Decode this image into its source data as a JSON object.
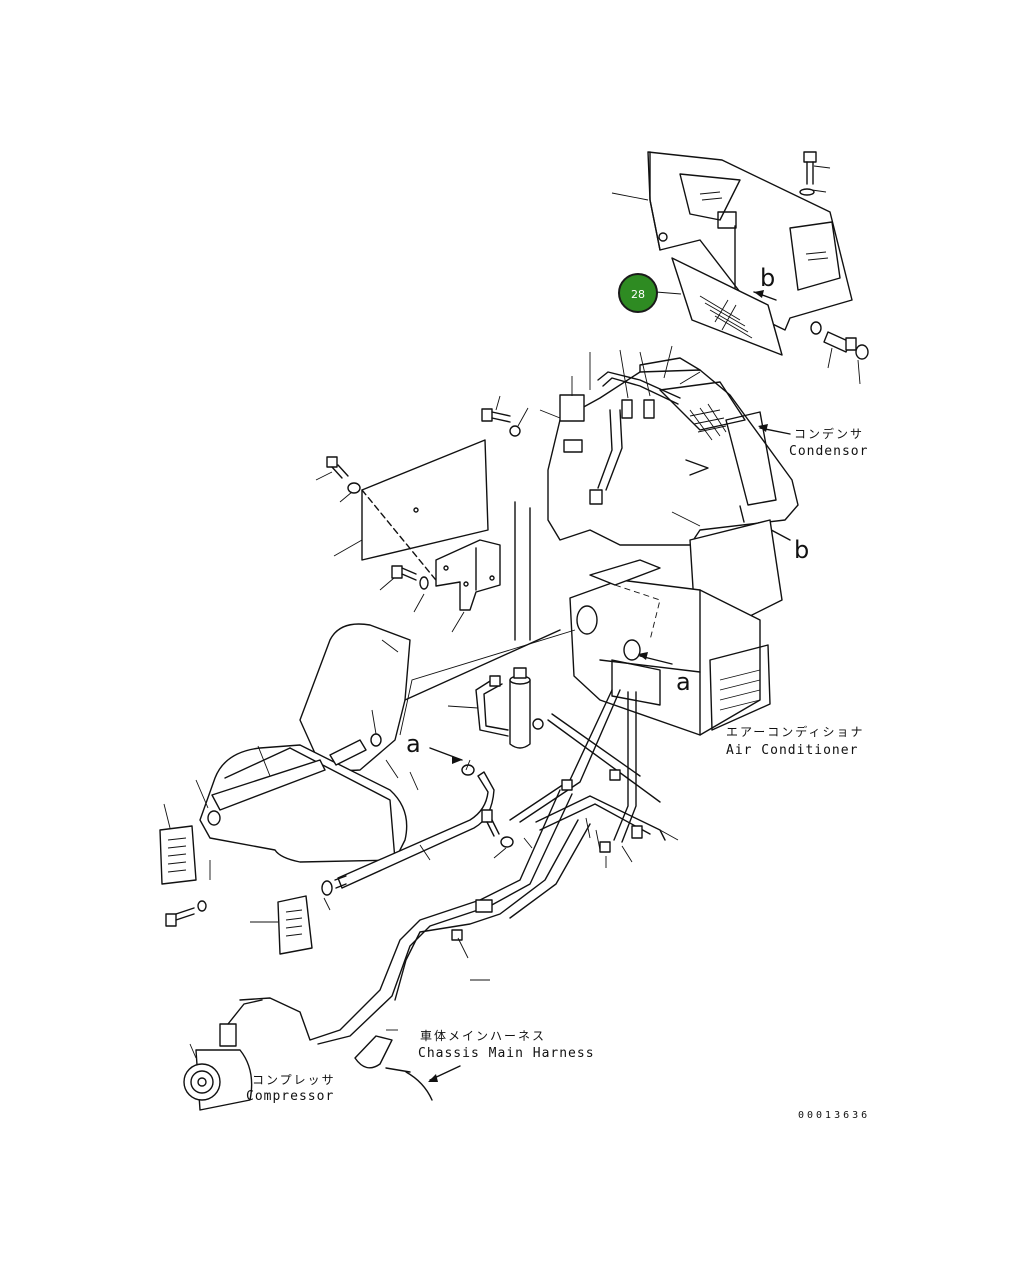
{
  "callout": {
    "number": "28",
    "color": "#2e8b22",
    "ring": "#1a1a1a"
  },
  "labels": {
    "condenser_jp": "コンデンサ",
    "condenser_en": "Condensor",
    "air_conditioner_jp": "エアーコンディショナ",
    "air_conditioner_en": "Air Conditioner",
    "chassis_harness_jp": "車体メインハーネス",
    "chassis_harness_en": "Chassis Main Harness",
    "compressor_jp": "コンプレッサ",
    "compressor_en": "Compressor"
  },
  "view_marks": {
    "a_upper": "a",
    "a_lower": "a",
    "b_upper": "b",
    "b_lower": "b"
  },
  "catalog_number": "00013636"
}
